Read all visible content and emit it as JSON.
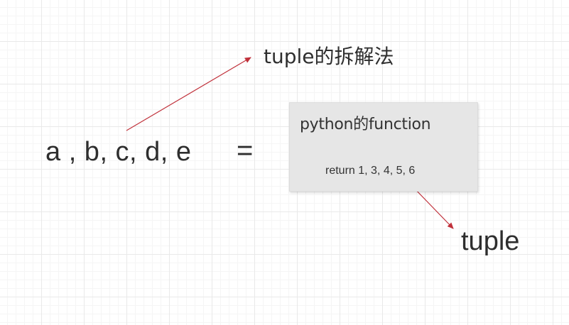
{
  "labels": {
    "tuple_unpacking": "tuple的拆解法",
    "variables": "a , b, c, d, e",
    "equals": "=",
    "tuple": "tuple"
  },
  "function_box": {
    "title": "python的function",
    "body": "return 1, 3, 4, 5, 6"
  },
  "colors": {
    "arrow": "#c0303a",
    "box_fill": "#e6e6e6",
    "text": "#2e2e2e",
    "grid": "#e9e9e9"
  }
}
